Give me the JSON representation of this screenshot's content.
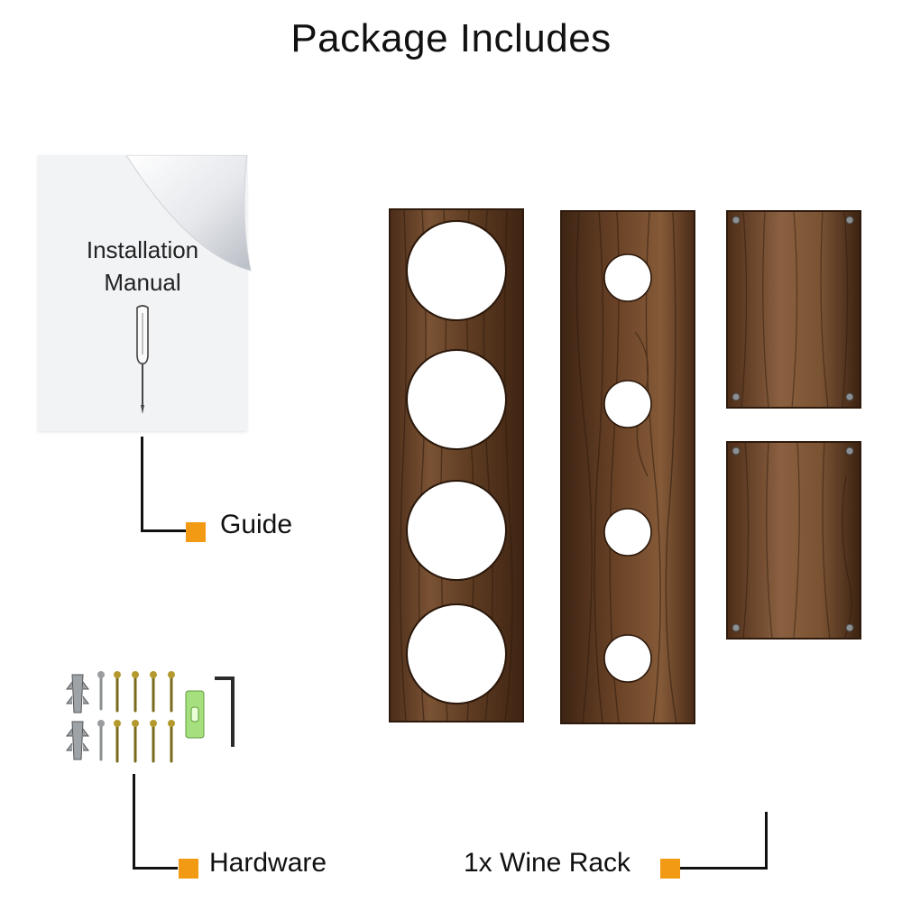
{
  "title": "Package Includes",
  "manual": {
    "line1": "Installation",
    "line2": "Manual"
  },
  "labels": {
    "guide": "Guide",
    "hardware": "Hardware",
    "wine_rack": "1x Wine Rack"
  },
  "colors": {
    "accent": "#f39a14",
    "wood": "#6b4428",
    "wood_dark": "#3e2414"
  }
}
